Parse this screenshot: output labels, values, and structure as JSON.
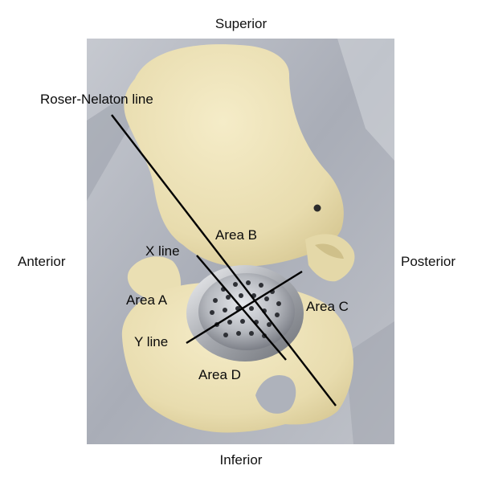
{
  "orientation": {
    "superior": "Superior",
    "inferior": "Inferior",
    "anterior": "Anterior",
    "posterior": "Posterior"
  },
  "lines": {
    "roser_nelaton": "Roser-Nelaton line",
    "x_line": "X line",
    "y_line": "Y line"
  },
  "areas": {
    "a": "Area A",
    "b": "Area B",
    "c": "Area C",
    "d": "Area D"
  },
  "colors": {
    "bone": "#ece1b8",
    "background_fabric": "#b6bac3",
    "cup_metal": "#b9bcc2",
    "line": "#000000"
  }
}
